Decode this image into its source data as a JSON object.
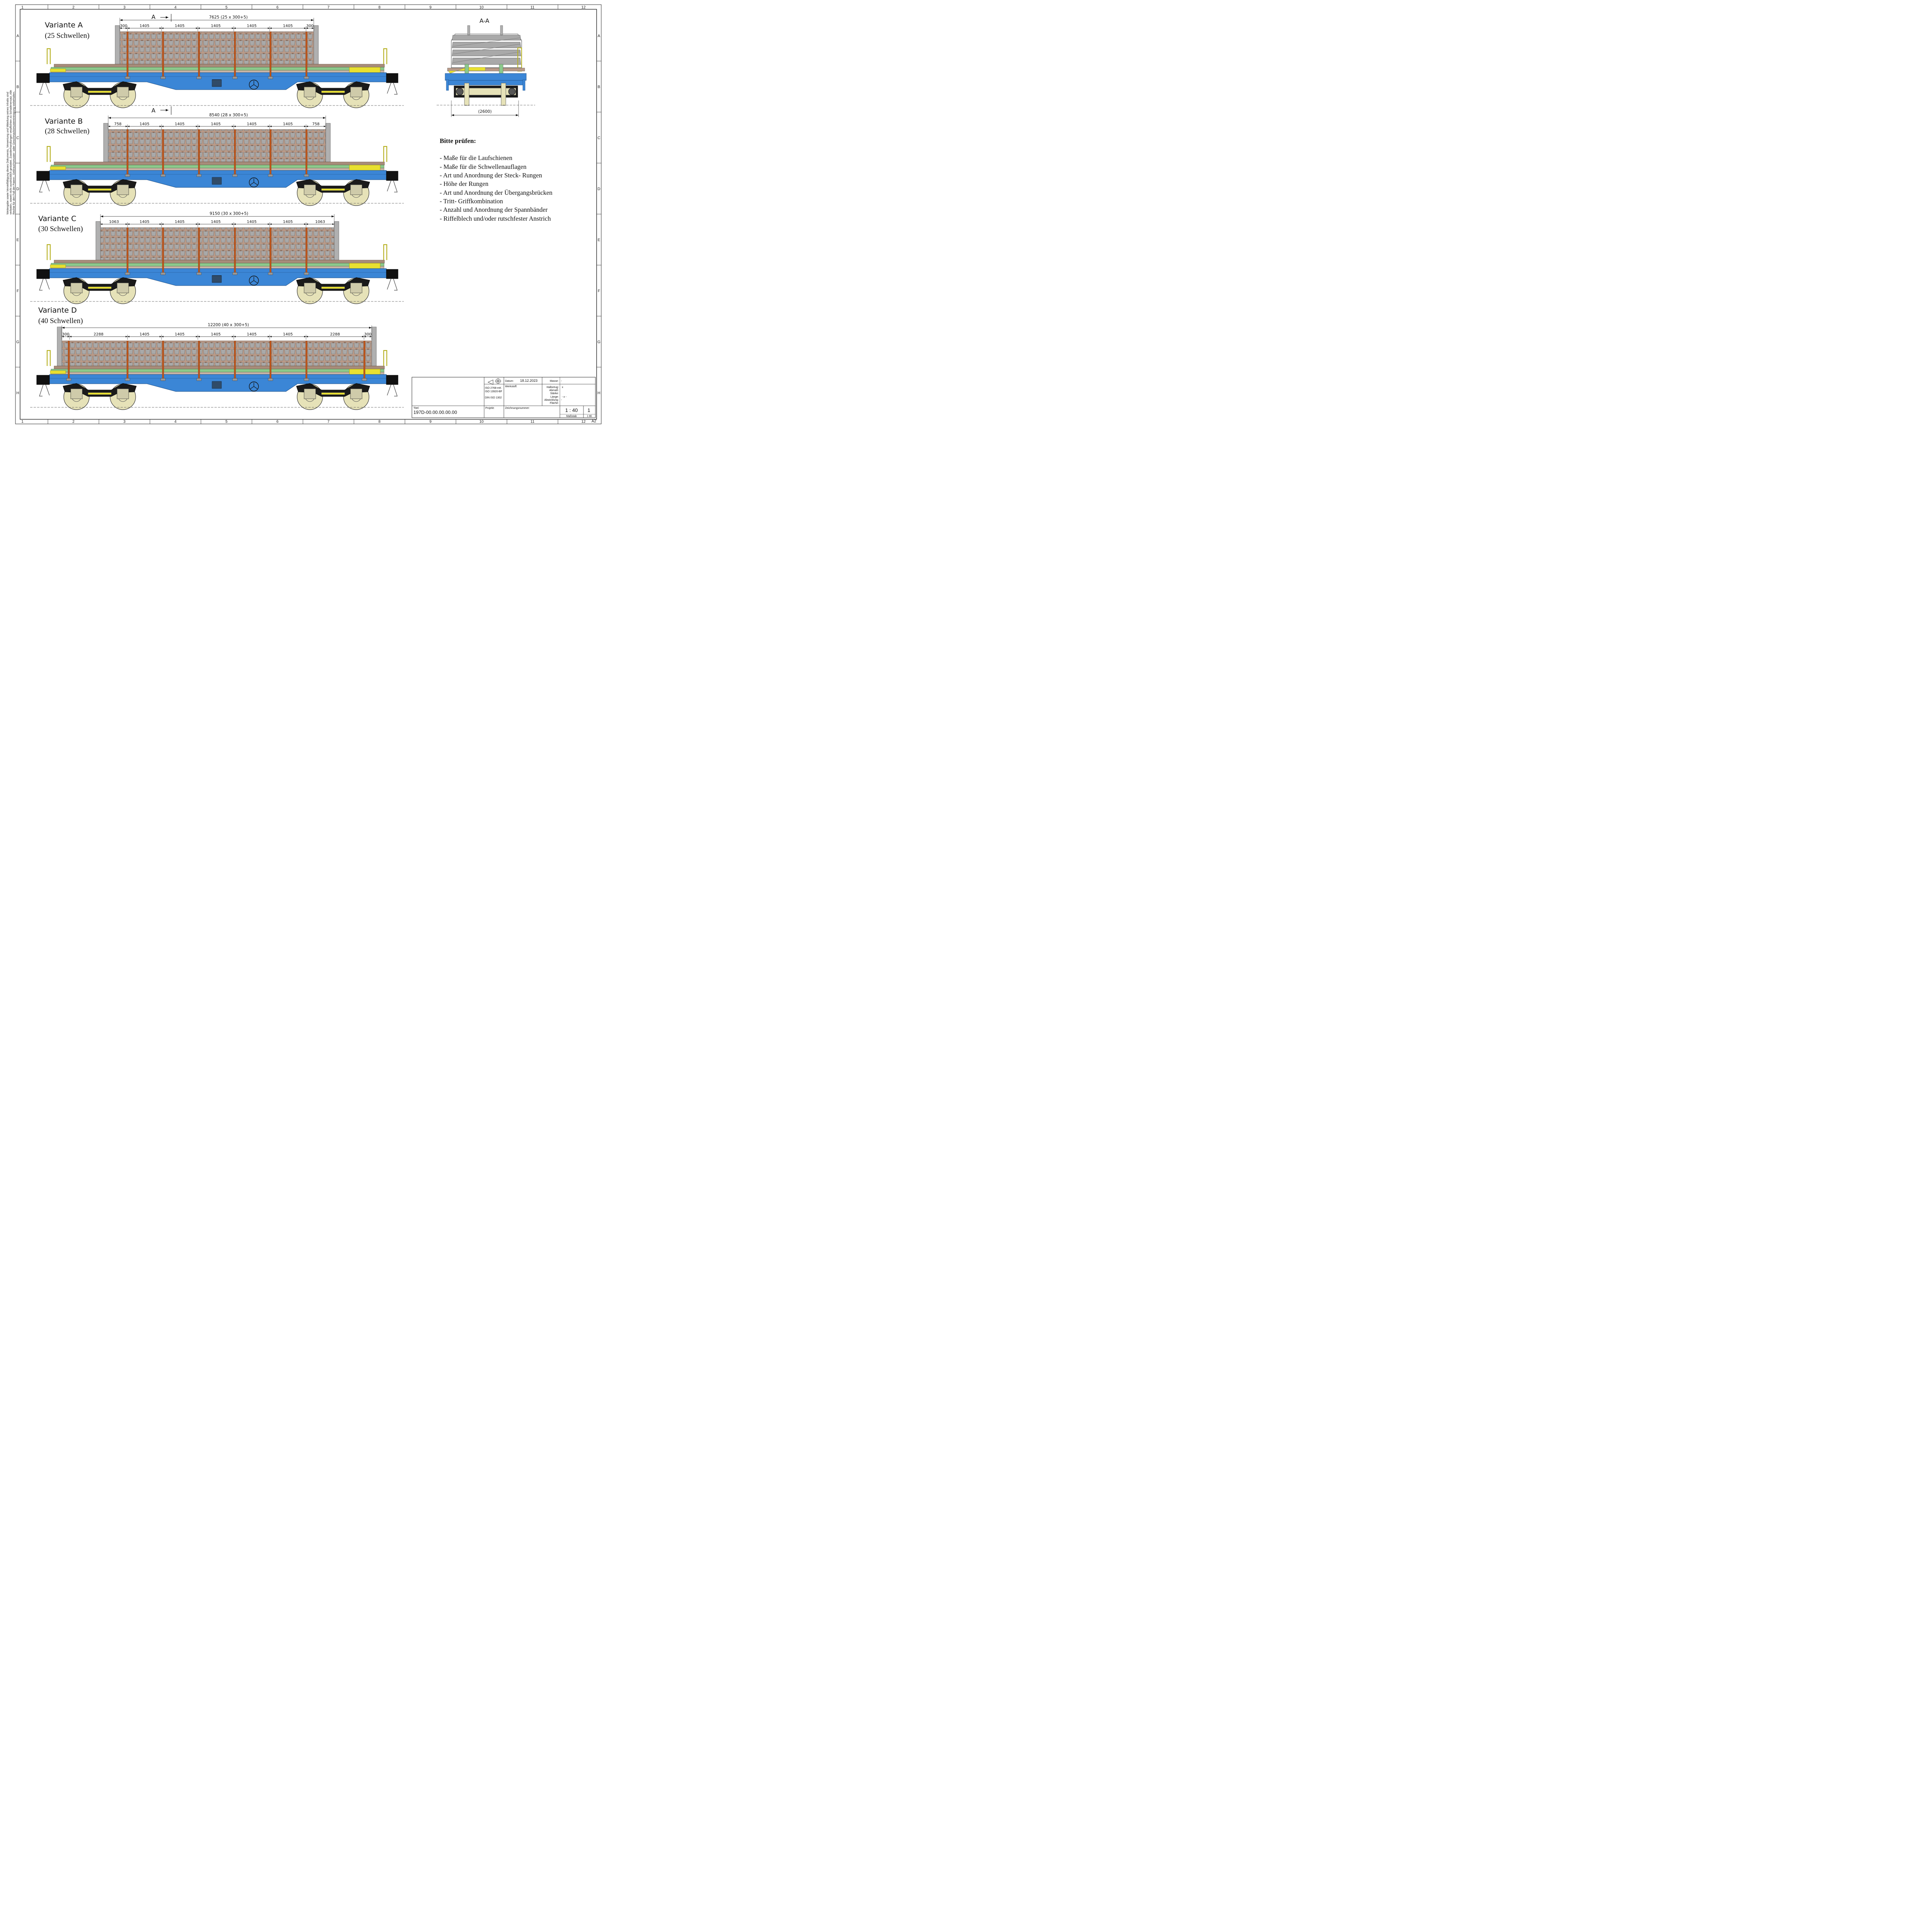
{
  "grid": {
    "columns": [
      "1",
      "2",
      "3",
      "4",
      "5",
      "6",
      "7",
      "8",
      "9",
      "10",
      "11",
      "12"
    ],
    "rows": [
      "A",
      "B",
      "C",
      "D",
      "E",
      "F",
      "G",
      "H"
    ]
  },
  "side_note": [
    "Weitergabe sowie Vervielfältigung dieses Dokuments, Verwertung und Mitteilung seines Inhalts sind",
    "verboten, soweit nicht ausdrücklich gestattet. Zuwiderhandlungen verpflichten zu Schadenersatz. Alle",
    "Rechte für den Fall der Patent-, Gebrauchsmuster- oder Geschmacksmustereintragung vorbehalten."
  ],
  "variants": [
    {
      "title": "Variante A",
      "subtitle": "(25 Schwellen)",
      "total_dim": "7625 (25 x 300+5)",
      "segments": [
        "300",
        "1405",
        "1405",
        "1405",
        "1405",
        "1405",
        "300"
      ],
      "section_marker": "A"
    },
    {
      "title": "Variante B",
      "subtitle": "(28 Schwellen)",
      "total_dim": "8540 (28 x 300+5)",
      "segments": [
        "758",
        "1405",
        "1405",
        "1405",
        "1405",
        "1405",
        "758"
      ],
      "section_marker": "A"
    },
    {
      "title": "Variante C",
      "subtitle": "(30 Schwellen)",
      "total_dim": "9150 (30 x 300+5)",
      "segments": [
        "1063",
        "1405",
        "1405",
        "1405",
        "1405",
        "1405",
        "1063"
      ]
    },
    {
      "title": "Variante D",
      "subtitle": "(40 Schwellen)",
      "total_dim": "12200 (40 x 300+5)",
      "segments": [
        "300",
        "2288",
        "1405",
        "1405",
        "1405",
        "1405",
        "1405",
        "2288",
        "300"
      ]
    }
  ],
  "section_view": {
    "title": "A-A",
    "width_dim": "(2600)"
  },
  "checklist": {
    "title": "Bitte prüfen:",
    "items": [
      "- Maße für die Laufschienen",
      "- Maße für die Schwellenauflagen",
      "- Art und Anordnung der Steck- Rungen",
      "- Höhe der Rungen",
      "- Art und Anordnung der Übergangsbrücken",
      "- Tritt- Griffkombination",
      "- Anzahl und Anordnung der Spannbänder",
      "- Riffelblech und/oder rutschfester Anstrich"
    ]
  },
  "title_block": {
    "standards": [
      "ISO 2768-mK",
      "ISO 13920-BF",
      "DIN ISO 1302"
    ],
    "date_label": "Datum:",
    "date_value": "18.12.2023",
    "mass_label": "Masse:",
    "mass_value": "-",
    "material_label": "Werkstoff:",
    "halbzeug_labels": [
      "Halbzeug:",
      "Abmaß:",
      "Stärke:",
      "Länge:",
      "Abwicklung:",
      "Fläche:"
    ],
    "halbzeug_values": [
      "x",
      "",
      "",
      "- x -",
      "-",
      ""
    ],
    "title_label": "Titel:",
    "title_value": "197D-00.00.00.00.00",
    "project_label": "Projekt:",
    "drawing_no_label": "Zeichnungsnummer:",
    "scale_value": "1 : 40",
    "scale_label": "Maßstab",
    "sheet_value": "1",
    "sheet_label": "1 Bl.",
    "format": "A2"
  },
  "colors": {
    "frame_blue": "#3b86d6",
    "deck_green": "#8cc98c",
    "deck_brown": "#a88c7a",
    "sleeper_grey": "#a8a8a8",
    "strap_orange": "#c0561a",
    "stake_grey": "#b0b0b0",
    "yellow": "#e8e030",
    "bogie_black": "#1a1a1a",
    "wheel_cream": "#e6e2b8"
  }
}
